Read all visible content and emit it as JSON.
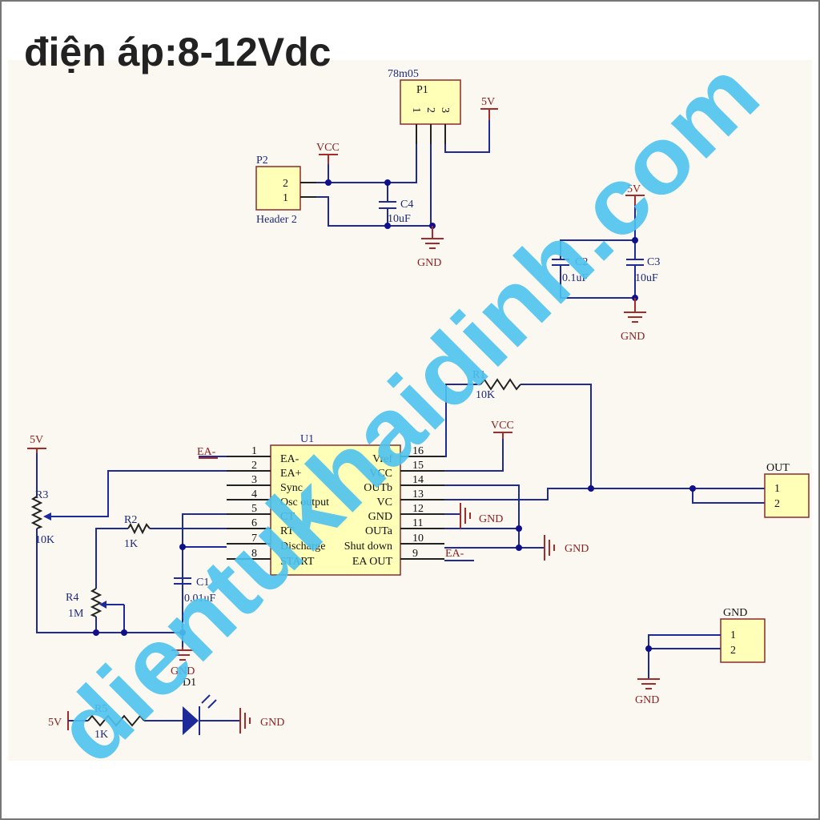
{
  "title": "điện áp:8-12Vdc",
  "watermark": "dientukhaidinh.com",
  "colors": {
    "wire": "#1e2a9a",
    "power": "#a52a2a",
    "component_fill": "#ffffb8",
    "watermark": "#4ec3ef"
  },
  "p1": {
    "value": "78m05",
    "designator": "P1",
    "pins": [
      "1",
      "2",
      "3"
    ],
    "net": "5V"
  },
  "p2": {
    "designator": "P2",
    "value": "Header 2",
    "pins": [
      "2",
      "1"
    ],
    "net": "VCC"
  },
  "c4": {
    "designator": "C4",
    "value": "10uF"
  },
  "gnd_label": "GND",
  "c2": {
    "designator": "C2",
    "value": "0.1uF"
  },
  "c3": {
    "designator": "C3",
    "value": "10uF"
  },
  "net_5v": "5V",
  "net_vcc": "VCC",
  "net_ea_minus": "EA-",
  "r1": {
    "designator": "R1",
    "value": "10K"
  },
  "r2": {
    "designator": "R2",
    "value": "1K"
  },
  "r3": {
    "designator": "R3",
    "value": "10K"
  },
  "r4": {
    "designator": "R4",
    "value": "1M"
  },
  "r5": {
    "designator": "R5",
    "value": "1K"
  },
  "c1": {
    "designator": "C1",
    "value": "0.01uF"
  },
  "d1": {
    "designator": "D1"
  },
  "u1": {
    "designator": "U1",
    "left_pins": [
      {
        "num": "1",
        "name": "EA-"
      },
      {
        "num": "2",
        "name": "EA+"
      },
      {
        "num": "3",
        "name": "Sync"
      },
      {
        "num": "4",
        "name": "Osc output"
      },
      {
        "num": "5",
        "name": "CT"
      },
      {
        "num": "6",
        "name": "RT"
      },
      {
        "num": "7",
        "name": "Discharge"
      },
      {
        "num": "8",
        "name": "START"
      }
    ],
    "right_pins": [
      {
        "num": "16",
        "name": "Vref"
      },
      {
        "num": "15",
        "name": "VCC"
      },
      {
        "num": "14",
        "name": "OUTb"
      },
      {
        "num": "13",
        "name": "VC"
      },
      {
        "num": "12",
        "name": "GND"
      },
      {
        "num": "11",
        "name": "OUTa"
      },
      {
        "num": "10",
        "name": "Shut down"
      },
      {
        "num": "9",
        "name": "EA OUT"
      }
    ]
  },
  "out_conn": {
    "designator": "OUT",
    "pins": [
      "1",
      "2"
    ]
  },
  "gnd_conn": {
    "designator": "GND",
    "pins": [
      "1",
      "2"
    ]
  }
}
